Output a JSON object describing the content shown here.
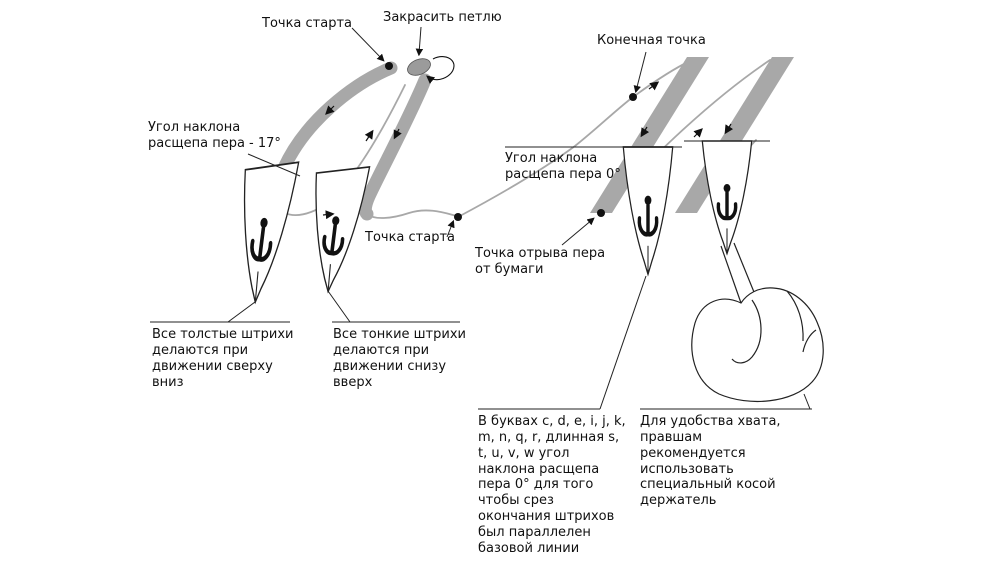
{
  "colors": {
    "stroke_gray": "#a8a8a8",
    "ink": "#111111",
    "background": "#ffffff"
  },
  "labels": {
    "start_point_top": "Точка старта",
    "fill_loop": "Закрасить петлю",
    "end_point": "Конечная точка",
    "nib_angle_17": "Угол наклона\nрасщепа пера - 17°",
    "nib_angle_0": "Угол наклона\nрасщепа пера 0°",
    "start_point_bottom": "Точка старта",
    "pen_liftoff": "Точка отрыва пера\nот бумаги",
    "thick_strokes_note": "Все толстые штрихи\nделаются при\nдвижении сверху\nвниз",
    "thin_strokes_note": "Все тонкие штрихи\nделаются при\nдвижении снизу\nвверх",
    "letters_note": "В буквах c, d, e, i, j, k,\nm, n, q, r, длинная s,\nt, u, v, w угол\nнаклона расщепа\nпера 0° для того\nчтобы срез\nокончания штрихов\nбыл параллелен\nбазовой линии",
    "holder_note": "Для удобства хвата,\nправшам\nрекомендуется\nиспользовать\nспециальный косой\nдержатель"
  }
}
